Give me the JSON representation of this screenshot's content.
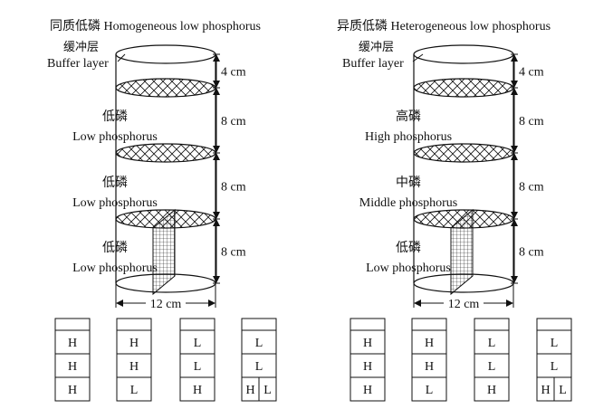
{
  "panels": [
    {
      "title": "同质低磷 Homogeneous low phosphorus",
      "buffer_label_cn": "缓冲层",
      "buffer_label_en": "Buffer layer",
      "layers": [
        {
          "cn": "低磷",
          "en": "Low phosphorus"
        },
        {
          "cn": "低磷",
          "en": "Low phosphorus"
        },
        {
          "cn": "低磷",
          "en": "Low phosphorus"
        }
      ],
      "dimensions": [
        "4 cm",
        "8 cm",
        "8 cm",
        "8 cm"
      ],
      "width_label": "12 cm"
    },
    {
      "title": "异质低磷 Heterogeneous low phosphorus",
      "buffer_label_cn": "缓冲层",
      "buffer_label_en": "Buffer layer",
      "layers": [
        {
          "cn": "高磷",
          "en": "High phosphorus"
        },
        {
          "cn": "中磷",
          "en": "Middle phosphorus"
        },
        {
          "cn": "低磷",
          "en": "Low phosphorus"
        }
      ],
      "dimensions": [
        "4 cm",
        "8 cm",
        "8 cm",
        "8 cm"
      ],
      "width_label": "12 cm"
    }
  ],
  "treatment_tables": [
    [
      {
        "rows": [
          "H",
          "H",
          "H"
        ]
      },
      {
        "rows": [
          "H",
          "H",
          "L"
        ]
      },
      {
        "rows": [
          "L",
          "L",
          "H"
        ]
      },
      {
        "rows": [
          "L",
          "L",
          [
            "H",
            "L"
          ]
        ]
      }
    ],
    [
      {
        "rows": [
          "H",
          "H",
          "H"
        ]
      },
      {
        "rows": [
          "H",
          "H",
          "L"
        ]
      },
      {
        "rows": [
          "L",
          "L",
          "H"
        ]
      },
      {
        "rows": [
          "L",
          "L",
          [
            "H",
            "L"
          ]
        ]
      }
    ]
  ]
}
